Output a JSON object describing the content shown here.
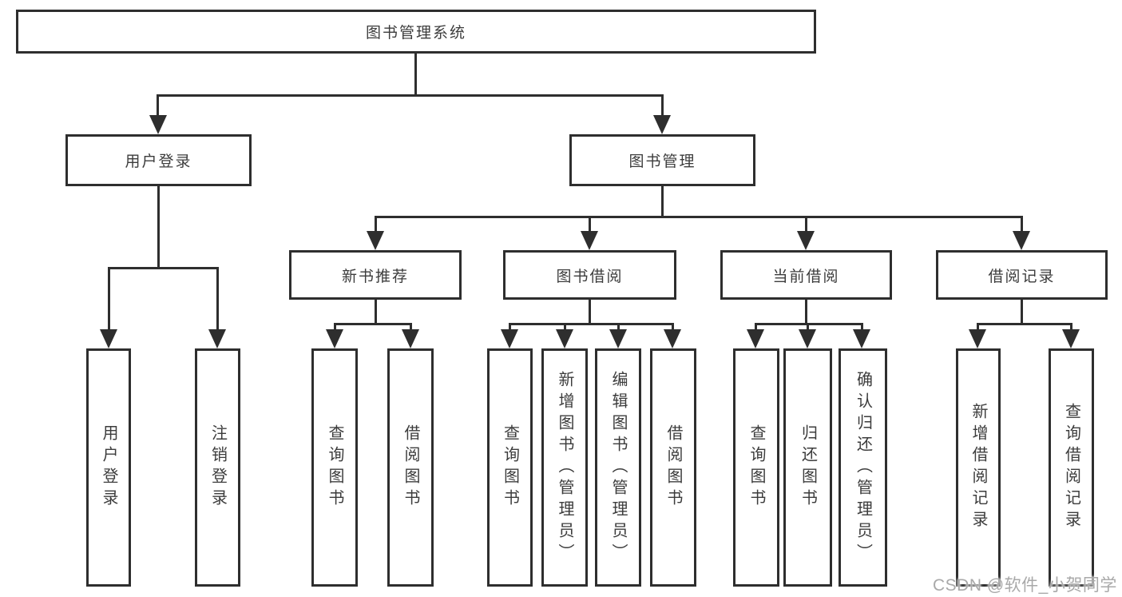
{
  "diagram": {
    "title_note": "library management system function tree",
    "root": {
      "label": "图书管理系统"
    },
    "level2": [
      {
        "label": "用户登录"
      },
      {
        "label": "图书管理"
      }
    ],
    "level3": [
      {
        "label": "新书推荐"
      },
      {
        "label": "图书借阅"
      },
      {
        "label": "当前借阅"
      },
      {
        "label": "借阅记录"
      }
    ],
    "leaves": {
      "user_login": [
        "用户登录",
        "注销登录"
      ],
      "new_book": [
        "查询图书",
        "借阅图书"
      ],
      "book_borrow": [
        "查询图书",
        "新增图书（管理员）",
        "编辑图书（管理员）",
        "借阅图书"
      ],
      "current_borrow": [
        "查询图书",
        "归还图书",
        "确认归还（管理员）"
      ],
      "borrow_record": [
        "新增借阅记录",
        "查询借阅记录"
      ]
    }
  },
  "watermark": {
    "text": "CSDN @软件_小贺同学"
  },
  "colors": {
    "line": "#2e2e2e",
    "text": "#3c3c3c",
    "watermark": "#a9a9a9",
    "background": "#ffffff"
  }
}
